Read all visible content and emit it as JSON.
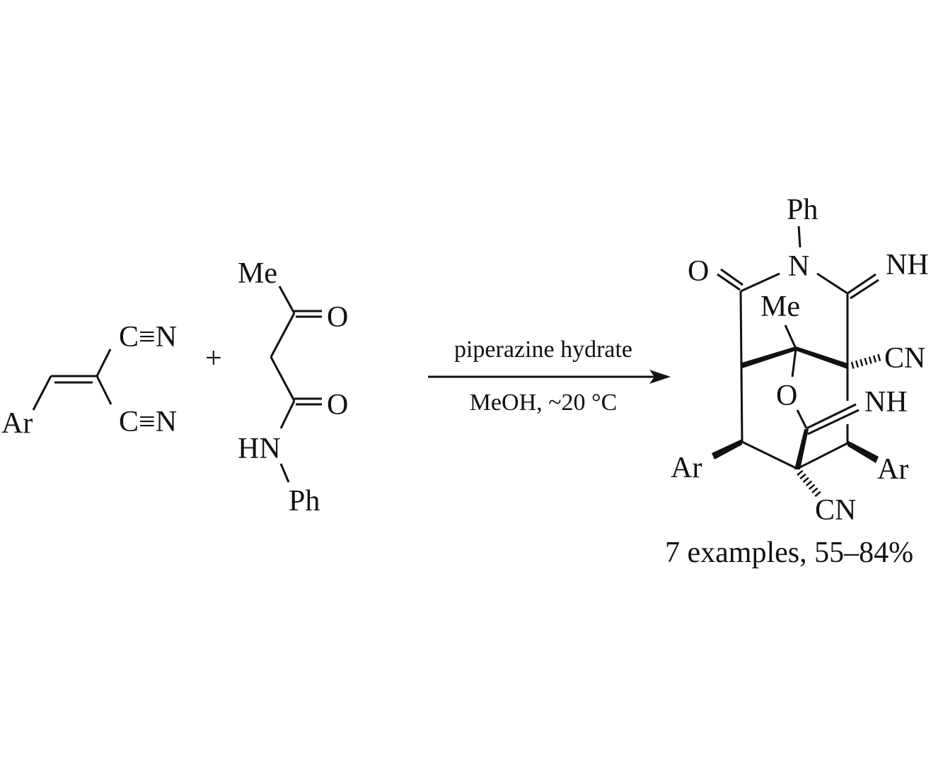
{
  "reactant1": {
    "ar": "Ar",
    "cn_top": "C≡N",
    "cn_bottom": "C≡N"
  },
  "plus": "+",
  "reactant2": {
    "me": "Me",
    "o_top": "O",
    "o_bottom": "O",
    "hn": "HN",
    "ph": "Ph"
  },
  "arrow": {
    "reagent": "piperazine hydrate",
    "conditions": "MeOH, ~20 °C"
  },
  "product": {
    "ph": "Ph",
    "n": "N",
    "o_carbonyl": "O",
    "nh_top": "NH",
    "me": "Me",
    "cn_right": "CN",
    "o_bridge": "O",
    "nh_lower": "NH",
    "ar_left": "Ar",
    "ar_right": "Ar",
    "cn_bottom": "CN",
    "yield_note": "7 examples, 55–84%"
  }
}
